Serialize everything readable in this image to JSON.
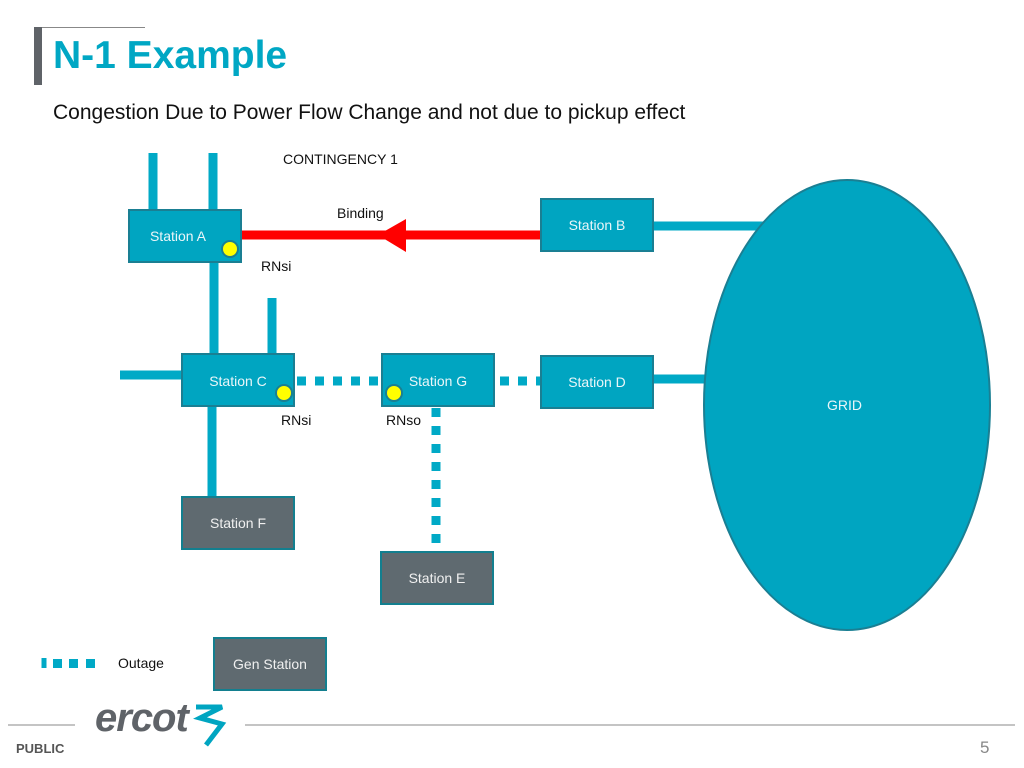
{
  "header": {
    "title": "N-1 Example",
    "subtitle": "Congestion Due to Power Flow Change and not due to pickup effect"
  },
  "diagram": {
    "contingency_label": "CONTINGENCY 1",
    "binding_label": "Binding",
    "stations": {
      "a": "Station A",
      "b": "Station B",
      "c": "Station C",
      "d": "Station D",
      "e": "Station E",
      "f": "Station F",
      "g": "Station G"
    },
    "node_labels": {
      "a_rnsi": "RNsi",
      "c_rnsi": "RNsi",
      "g_rnso": "RNso"
    },
    "grid_label": "GRID",
    "colors": {
      "line": "#00a9c6",
      "binding": "#ff0000",
      "node": "#ffff00",
      "gen": "#5f6a70"
    }
  },
  "legend": {
    "outage_label": "Outage",
    "gen_station_label": "Gen Station"
  },
  "footer": {
    "classification": "PUBLIC",
    "page_number": "5",
    "logo_text": "ercot"
  }
}
